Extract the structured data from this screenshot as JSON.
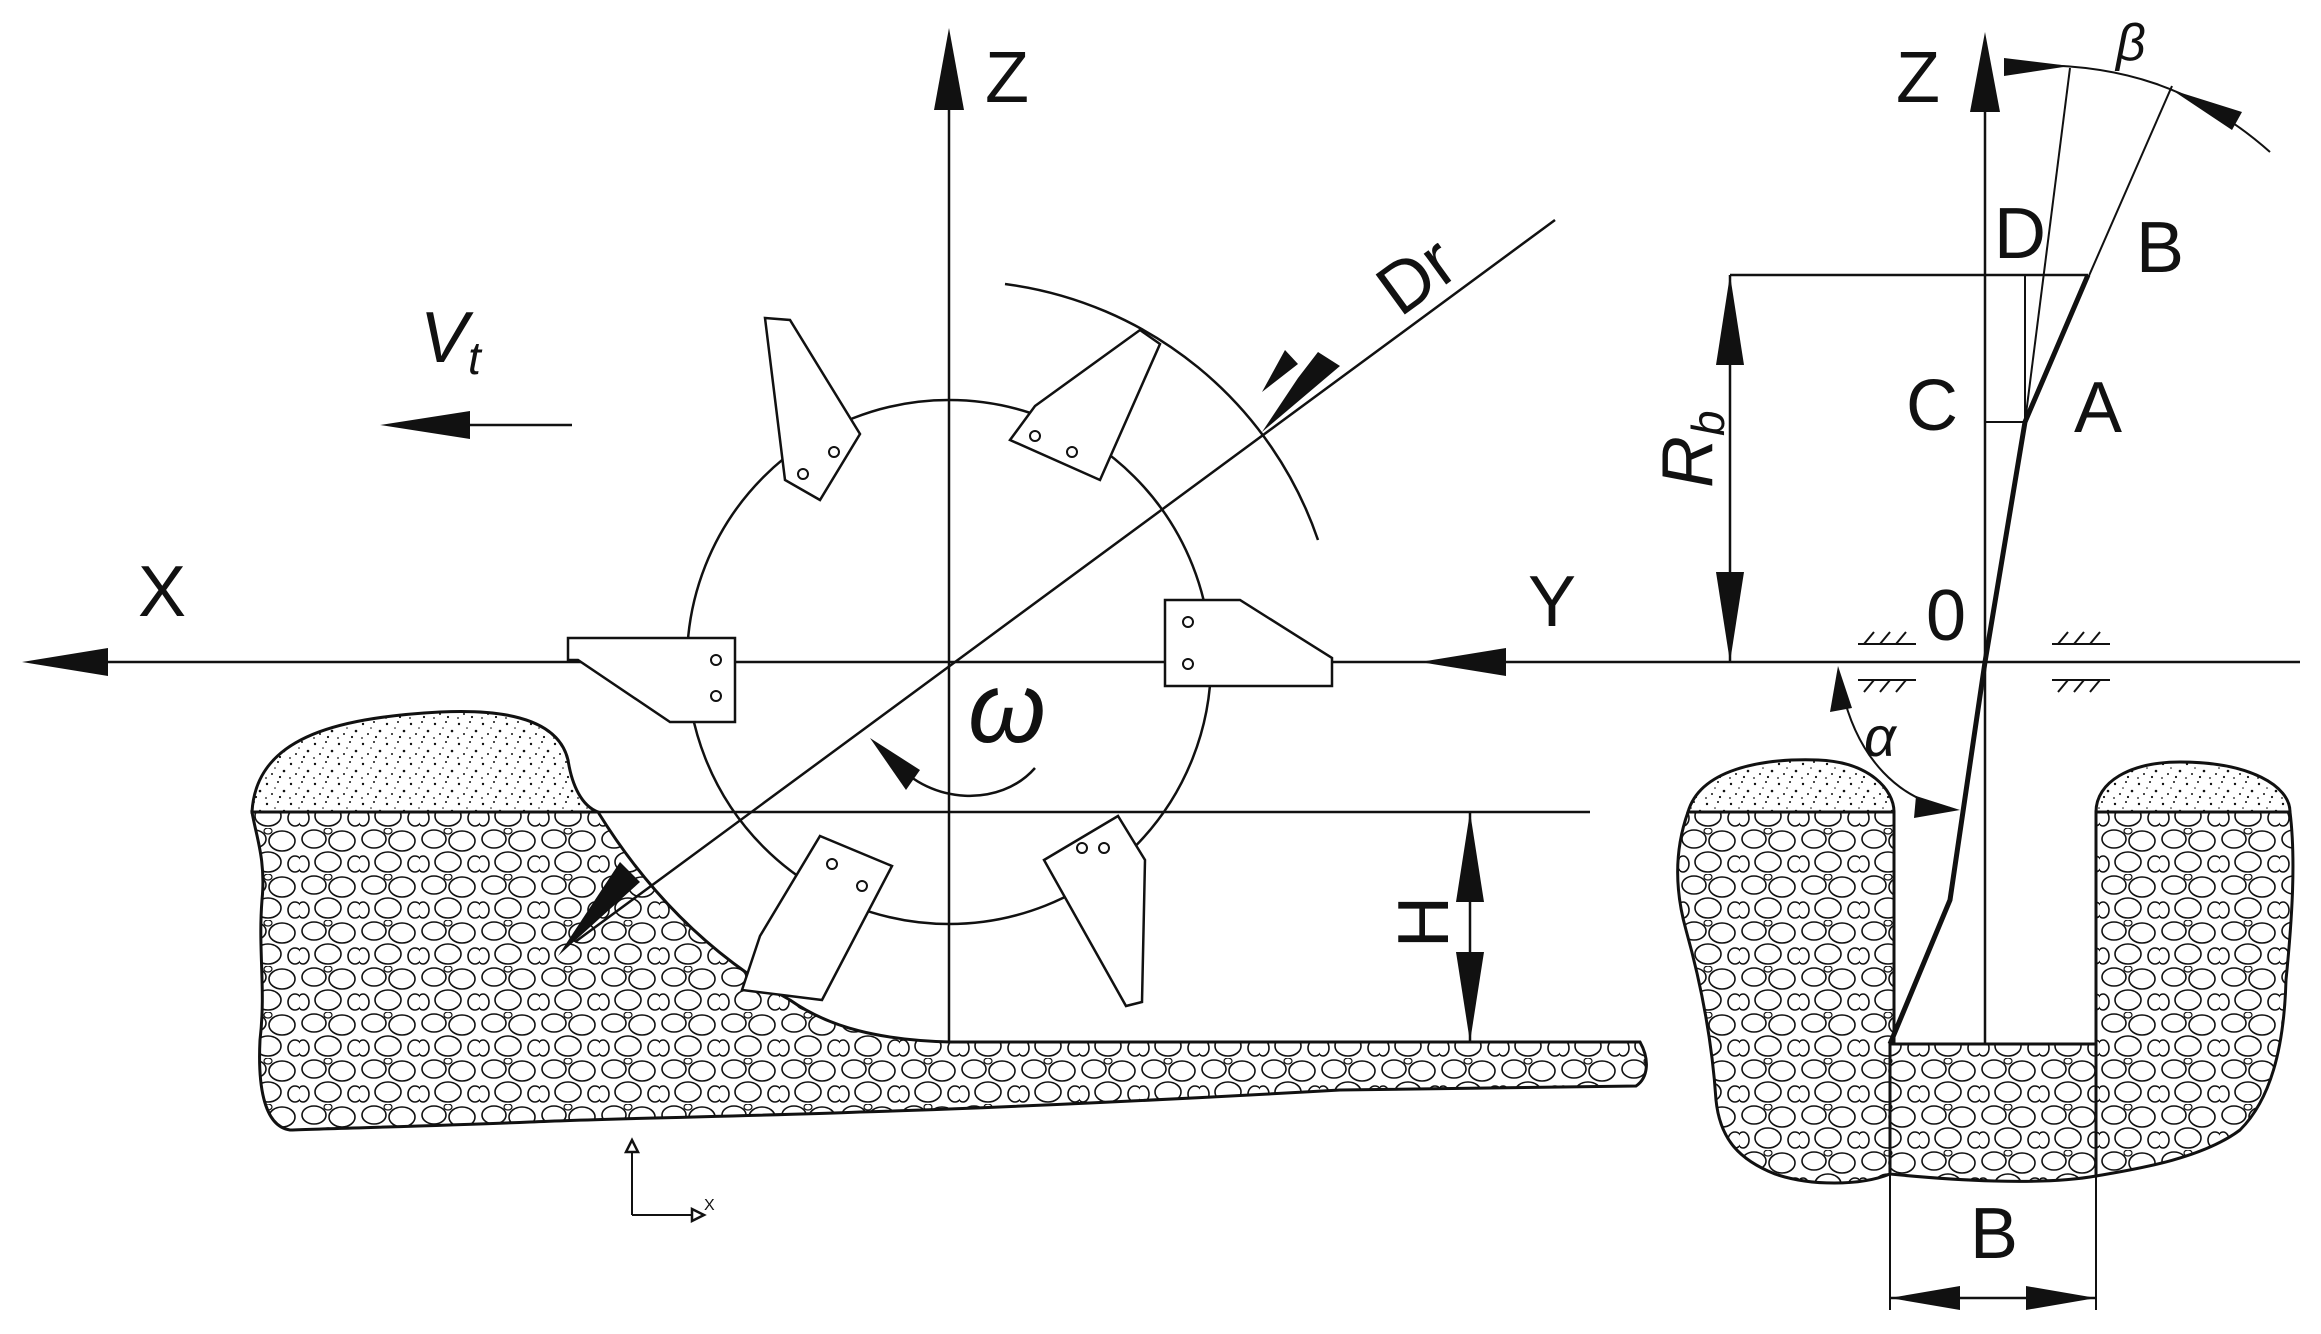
{
  "diagram": {
    "labels": {
      "z_left": "Z",
      "x_axis": "X",
      "y_axis": "Y",
      "vt_main": "V",
      "vt_sub": "t",
      "dr": "Dr",
      "omega": "ω",
      "h_depth": "H",
      "z_right": "Z",
      "beta": "β",
      "point_d": "D",
      "point_b_upper": "B",
      "point_c": "C",
      "point_a": "A",
      "rb_main": "R",
      "rb_sub": "b",
      "origin": "0",
      "alpha": "α",
      "width_b": "B",
      "ucs_x": "X"
    }
  }
}
